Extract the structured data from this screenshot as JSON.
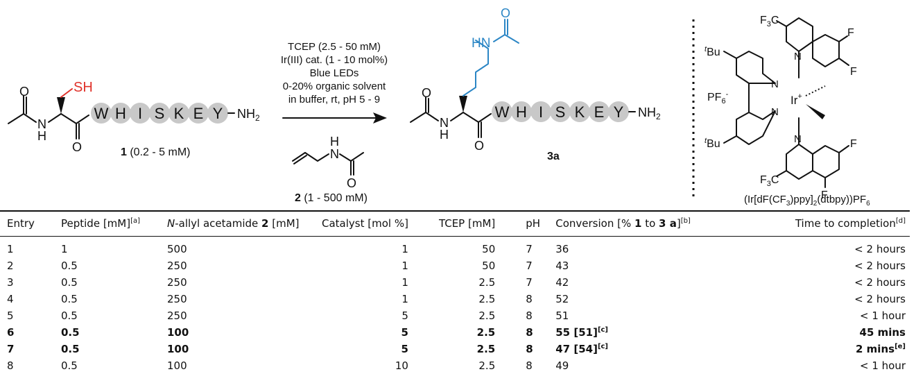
{
  "scheme": {
    "residues": [
      "W",
      "H",
      "I",
      "S",
      "K",
      "E",
      "Y"
    ],
    "nh2": "NH",
    "nh2_sub": "2",
    "atom_O": "O",
    "atom_H": "H",
    "atom_N": "N",
    "atom_F": "F",
    "thiol": "SH",
    "amide_HN": "HN",
    "compound1_num": "1",
    "compound1_conc": " (0.2 - 5 mM)",
    "compound2_num": "2",
    "compound2_conc": " (1 - 500 mM)",
    "product_label": "3a",
    "conditions": [
      "TCEP (2.5 - 50 mM)",
      "Ir(III) cat. (1 - 10 mol%)",
      "Blue LEDs",
      "0-20% organic solvent",
      "in buffer, rt, pH 5 - 9"
    ],
    "catalyst": {
      "cf3_top": "F",
      "cf3_top_sub": "3",
      "cf3_top_c": "C",
      "tbu_t": "t",
      "tbu_rest": "Bu",
      "pf6": "PF",
      "pf6_sub": "6",
      "pf6_sup": "-",
      "ir": "Ir",
      "ir_sup": "+",
      "name_prefix": "(Ir[dF(CF",
      "name_sub1": "3",
      "name_mid": ")ppy]",
      "name_sub2": "2",
      "name_end": "(dtbpy))PF",
      "name_sub3": "6"
    }
  },
  "table": {
    "headers": {
      "entry": "Entry",
      "peptide": "Peptide [mM]",
      "peptide_sup": "[a]",
      "allyl_italic": "N",
      "allyl_rest": "-allyl acetamide ",
      "allyl_bold": "2",
      "allyl_unit": " [mM]",
      "catalyst": "Catalyst [mol %]",
      "tcep": "TCEP [mM]",
      "ph": "pH",
      "conv_pre": "Conversion [% ",
      "conv_b1": "1",
      "conv_mid": " to ",
      "conv_b2": "3 a",
      "conv_end": "]",
      "conv_sup": "[b]",
      "time": "Time to completion",
      "time_sup": "[d]"
    },
    "rows": [
      {
        "entry": "1",
        "peptide": "1",
        "allyl": "500",
        "catalyst": "1",
        "tcep": "50",
        "ph": "7",
        "conversion": "36",
        "conv_sup": "",
        "time": "< 2 hours",
        "time_sup": "",
        "bold": false
      },
      {
        "entry": "2",
        "peptide": "0.5",
        "allyl": "250",
        "catalyst": "1",
        "tcep": "50",
        "ph": "7",
        "conversion": "43",
        "conv_sup": "",
        "time": "< 2 hours",
        "time_sup": "",
        "bold": false
      },
      {
        "entry": "3",
        "peptide": "0.5",
        "allyl": "250",
        "catalyst": "1",
        "tcep": "2.5",
        "ph": "7",
        "conversion": "42",
        "conv_sup": "",
        "time": "< 2 hours",
        "time_sup": "",
        "bold": false
      },
      {
        "entry": "4",
        "peptide": "0.5",
        "allyl": "250",
        "catalyst": "1",
        "tcep": "2.5",
        "ph": "8",
        "conversion": "52",
        "conv_sup": "",
        "time": "< 2 hours",
        "time_sup": "",
        "bold": false
      },
      {
        "entry": "5",
        "peptide": "0.5",
        "allyl": "250",
        "catalyst": "5",
        "tcep": "2.5",
        "ph": "8",
        "conversion": "51",
        "conv_sup": "",
        "time": "< 1 hour",
        "time_sup": "",
        "bold": false
      },
      {
        "entry": "6",
        "peptide": "0.5",
        "allyl": "100",
        "catalyst": "5",
        "tcep": "2.5",
        "ph": "8",
        "conversion": "55 [51]",
        "conv_sup": "[c]",
        "time": "45 mins",
        "time_sup": "",
        "bold": true
      },
      {
        "entry": "7",
        "peptide": "0.5",
        "allyl": "100",
        "catalyst": "5",
        "tcep": "2.5",
        "ph": "8",
        "conversion": "47 [54]",
        "conv_sup": "[c]",
        "time": "2 mins",
        "time_sup": "[e]",
        "bold": true
      },
      {
        "entry": "8",
        "peptide": "0.5",
        "allyl": "100",
        "catalyst": "10",
        "tcep": "2.5",
        "ph": "8",
        "conversion": "49",
        "conv_sup": "",
        "time": "< 1 hour",
        "time_sup": "",
        "bold": false
      }
    ]
  }
}
